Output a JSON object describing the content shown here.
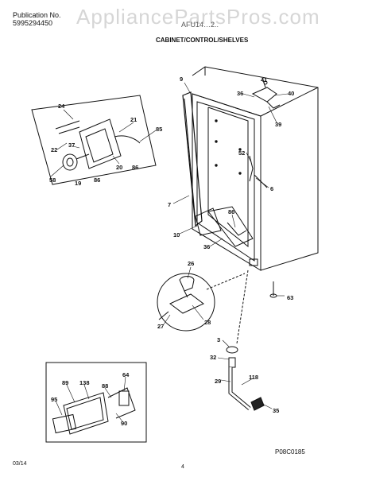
{
  "header": {
    "publication_label": "Publication No.",
    "publication_number": "5995294450",
    "watermark": "AppliancePartsPros.com",
    "model": "AFU14…2..",
    "section_title": "CABINET/CONTROL/SHELVES"
  },
  "footer": {
    "date": "03/14",
    "page": "4",
    "figure_code": "P08C0185"
  },
  "callouts": [
    "24",
    "21",
    "85",
    "22",
    "37",
    "20",
    "86",
    "58",
    "19",
    "86",
    "9",
    "41",
    "36",
    "40",
    "39",
    "52",
    "6",
    "7",
    "86",
    "10",
    "36",
    "26",
    "28",
    "27",
    "63",
    "3",
    "32",
    "118",
    "29",
    "35",
    "89",
    "138",
    "88",
    "64",
    "95",
    "90"
  ]
}
